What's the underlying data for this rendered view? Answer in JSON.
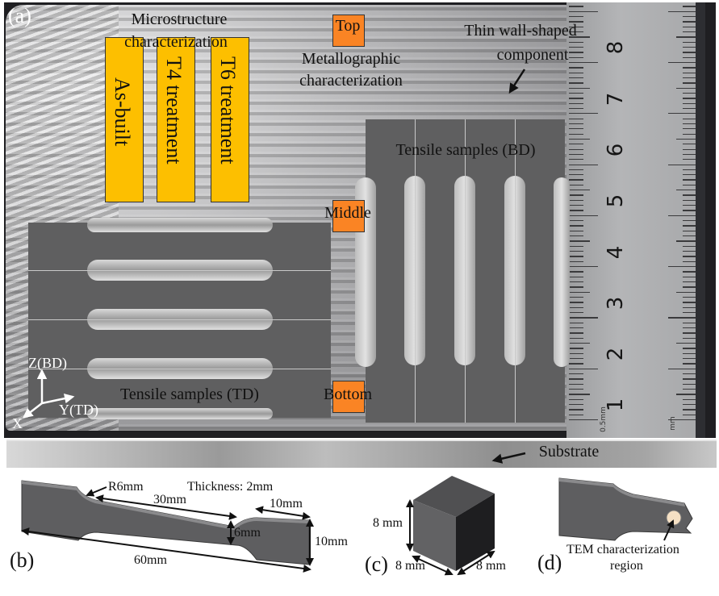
{
  "figure": {
    "panels": {
      "a": "(a)",
      "b": "(b)",
      "c": "(c)",
      "d": "(d)"
    },
    "panel_a": {
      "microstructure_title": "Microstructure characterization",
      "microstructure_title_line1": "Microstructure",
      "microstructure_title_line2": "characterization",
      "yellow_bars": [
        "As-built",
        "T4 treatment",
        "T6 treatment"
      ],
      "orange_markers": [
        "Top",
        "Middle",
        "Bottom"
      ],
      "metallographic_line1": "Metallographic",
      "metallographic_line2": "characterization",
      "component_line1": "Thin wall-shaped",
      "component_line2": "component",
      "tensile_bd": "Tensile samples (BD)",
      "tensile_td": "Tensile samples (TD)",
      "axis_z": "Z(BD)",
      "axis_y": "Y(TD)",
      "axis_x": "X",
      "substrate": "Substrate",
      "ruler_numbers": [
        "1",
        "2",
        "3",
        "4",
        "5",
        "6",
        "7",
        "8"
      ],
      "ruler_unit_left": "0.5mm",
      "ruler_unit_right": "mm",
      "colors": {
        "yellow_box": "#fdbf00",
        "orange_box": "#fa8424",
        "sample_gray": "#5f5f60"
      }
    },
    "panel_b": {
      "radius": "R6mm",
      "thickness": "Thickness: 2mm",
      "gauge_length": "30mm",
      "grip_length": "10mm",
      "gauge_width": "6mm",
      "grip_width": "10mm",
      "total_length": "60mm"
    },
    "panel_c": {
      "height": "8 mm",
      "width": "8 mm",
      "depth": "8 mm"
    },
    "panel_d": {
      "label_line1": "TEM characterization",
      "label_line2": "region"
    }
  }
}
